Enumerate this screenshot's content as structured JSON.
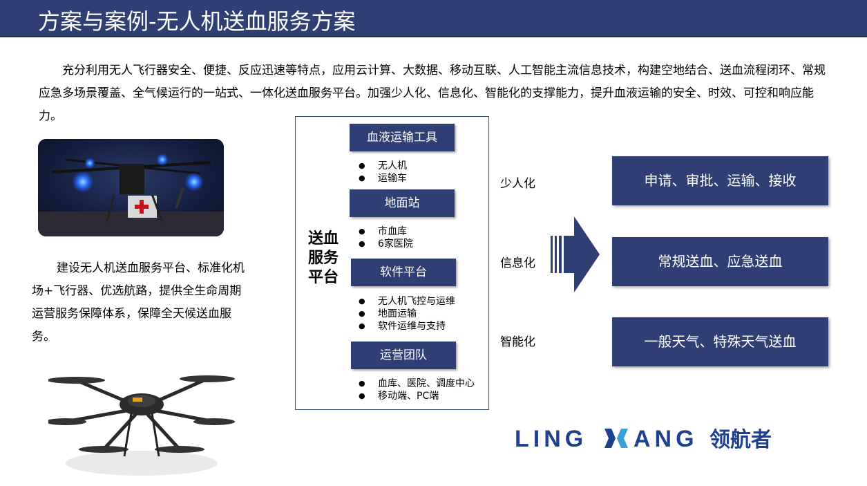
{
  "header": {
    "title": "方案与案例-无人机送血服务方案"
  },
  "intro": {
    "text": "充分利用无人飞行器安全、便捷、反应迅速等特点，应用云计算、大数据、移动互联、人工智能主流信息技术，构建空地结合、送血流程闭环、常规应急多场景覆盖、全气候运行的一站式、一体化送血服务平台。加强少人化、信息化、智能化的支撑能力，提升血液运输的安全、时效、可控和响应能力。"
  },
  "left": {
    "text": "建设无人机送血服务平台、标准化机场+飞行器、优选航路，提供全生命周期运营服务保障体系，保障全天候送血服务。"
  },
  "platform": {
    "title_lines": [
      "送血",
      "服务",
      "平台"
    ],
    "sections": [
      {
        "label": "血液运输工具",
        "items": [
          "无人机",
          "运输车"
        ]
      },
      {
        "label": "地面站",
        "items": [
          "市血库",
          "6家医院"
        ]
      },
      {
        "label": "软件平台",
        "items": [
          "无人机飞控与运维",
          "地面运输",
          "软件运维与支持"
        ]
      },
      {
        "label": "运营团队",
        "items": [
          "血库、医院、调度中心",
          "移动端、PC端"
        ]
      }
    ]
  },
  "features": {
    "labels": [
      "少人化",
      "信息化",
      "智能化"
    ],
    "results": [
      "申请、审批、运输、接收",
      "常规送血、应急送血",
      "一般天气、特殊天气送血"
    ]
  },
  "logo": {
    "text_latin": "LING HANG",
    "text_cn": "领航者"
  },
  "colors": {
    "primary": "#2f3f73",
    "logo_blue": "#1f3f8f",
    "logo_accent": "#3aa0d8"
  }
}
